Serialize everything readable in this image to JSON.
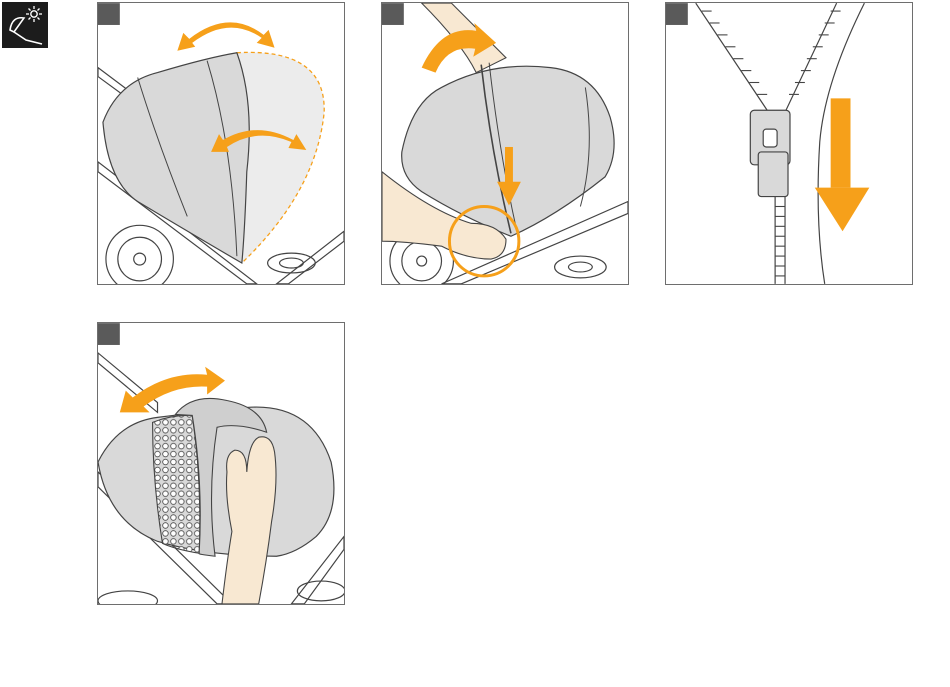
{
  "page": {
    "section_icon": "canopy-sun-icon",
    "panels": [
      {
        "id": "step-1",
        "icons": [
          "double-arrow-icon",
          "double-arrow-icon"
        ]
      },
      {
        "id": "step-2",
        "icons": [
          "curved-arrow-icon",
          "down-arrow-icon",
          "highlight-circle-icon"
        ]
      },
      {
        "id": "step-3",
        "icons": [
          "zipper-icon",
          "down-arrow-icon"
        ]
      },
      {
        "id": "step-4",
        "icons": [
          "double-arrow-icon"
        ]
      }
    ]
  },
  "colors": {
    "accent": "#f6a01a",
    "canopy": "#d9d9d9",
    "canopy_light": "#ececec",
    "skin": "#f8e8d2",
    "outline": "#444444",
    "step_badge": "#5a5a5a"
  }
}
